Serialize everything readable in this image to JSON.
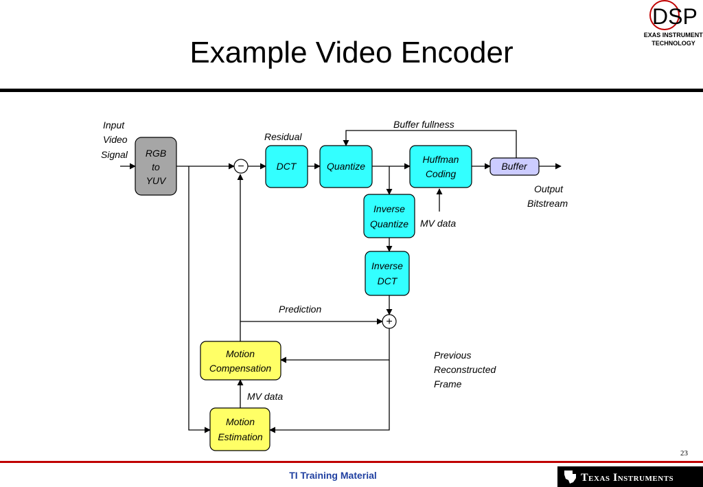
{
  "slide": {
    "title": "Example Video Encoder",
    "page_number": "23",
    "footer": "TI Training Material"
  },
  "logo_dsp": {
    "letters": "DSP",
    "line1": "TEXAS INSTRUMENTS",
    "line2": "TECHNOLOGY"
  },
  "brand": {
    "name": "Texas Instruments",
    "icon": "ti-state-logo-icon"
  },
  "diagram": {
    "blocks": {
      "rgb_to_yuv": {
        "line1": "RGB",
        "line2": "to",
        "line3": "YUV"
      },
      "dct": {
        "line1": "DCT"
      },
      "quantize": {
        "line1": "Quantize"
      },
      "huffman": {
        "line1": "Huffman",
        "line2": "Coding"
      },
      "buffer": {
        "line1": "Buffer"
      },
      "inverse_quantize": {
        "line1": "Inverse",
        "line2": "Quantize"
      },
      "inverse_dct": {
        "line1": "Inverse",
        "line2": "DCT"
      },
      "motion_compensation": {
        "line1": "Motion",
        "line2": "Compensation"
      },
      "motion_estimation": {
        "line1": "Motion",
        "line2": "Estimation"
      }
    },
    "labels": {
      "input_line1": "Input",
      "input_line2": "Video",
      "input_line3": "Signal",
      "residual": "Residual",
      "buffer_fullness": "Buffer fullness",
      "output_line1": "Output",
      "output_line2": "Bitstream",
      "mv_data_top": "MV data",
      "prediction": "Prediction",
      "previous_line1": "Previous",
      "previous_line2": "Reconstructed",
      "previous_line3": "Frame",
      "mv_data_bottom": "MV data"
    },
    "nodes": {
      "subtract": "−",
      "add": "+"
    },
    "colors": {
      "gray_block": "#a6a6a6",
      "cyan_block": "#33ffff",
      "yellow_block": "#ffff66",
      "buffer_block": "#ccccff",
      "rule_red": "#c00000",
      "footer_blue": "#1f3fa0"
    }
  }
}
